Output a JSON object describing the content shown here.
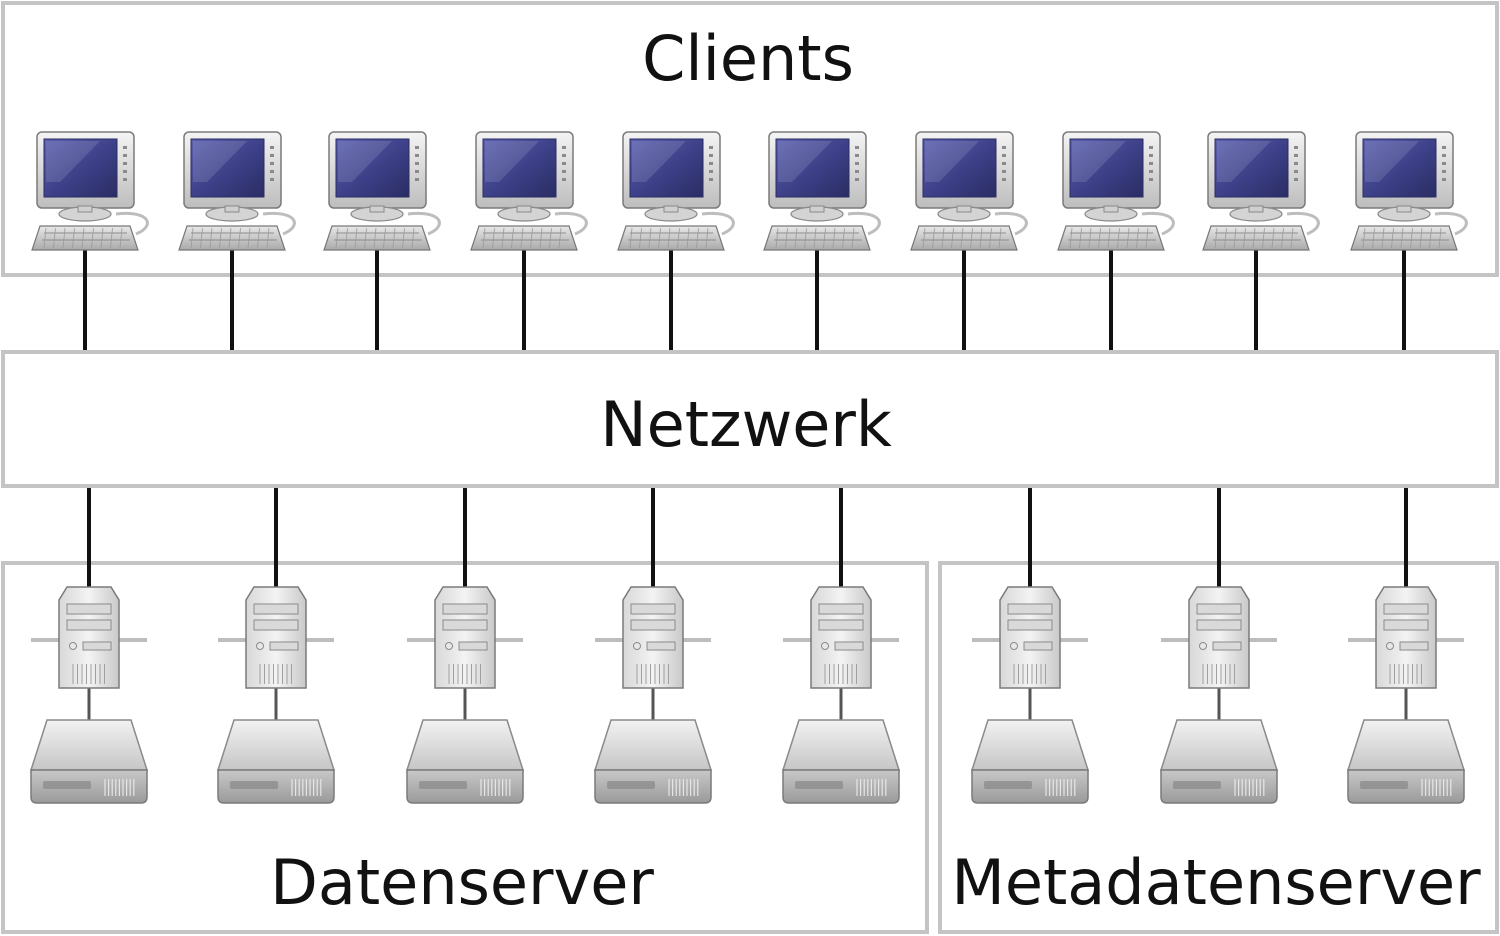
{
  "clients": {
    "title": "Clients",
    "count": 10,
    "icon": "desktop-computer-icon"
  },
  "network": {
    "title": "Netzwerk"
  },
  "data_servers": {
    "title": "Datenserver",
    "count": 5,
    "server_icon": "server-tower-icon",
    "disk_icon": "hard-disk-icon"
  },
  "metadata_servers": {
    "title": "Metadatenserver",
    "count": 3,
    "server_icon": "server-tower-icon",
    "disk_icon": "hard-disk-icon"
  },
  "colors": {
    "box_border": "#c4c4c4",
    "line": "#111111",
    "screen": "#3c3f86"
  }
}
